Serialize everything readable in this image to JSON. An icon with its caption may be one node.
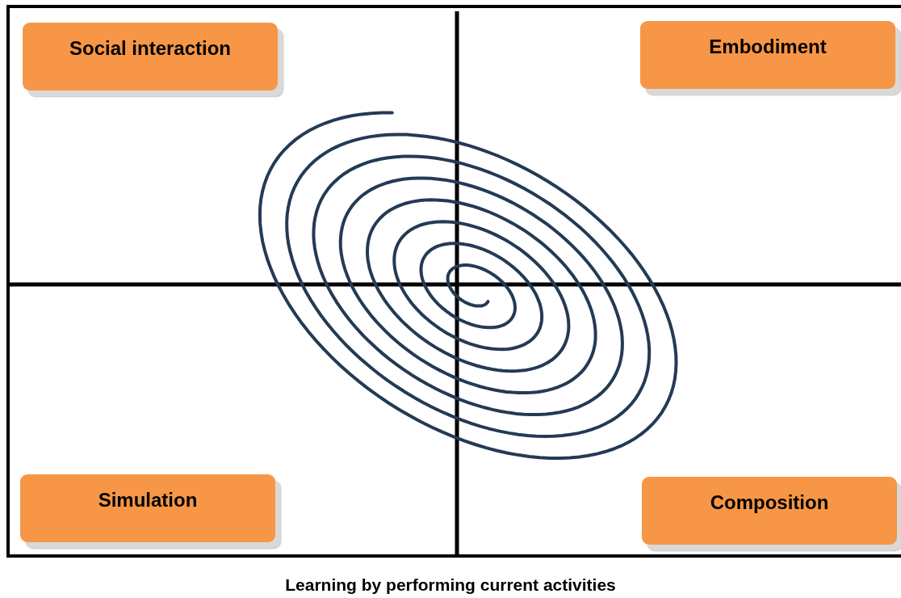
{
  "diagram": {
    "caption": "Learning by performing current activities",
    "nodes": [
      {
        "text": [
          "Social interaction"
        ]
      },
      {
        "text": [
          "Embodiment"
        ]
      },
      {
        "text": [
          "Simulation"
        ]
      },
      {
        "text": [
          "Composition"
        ]
      }
    ]
  }
}
